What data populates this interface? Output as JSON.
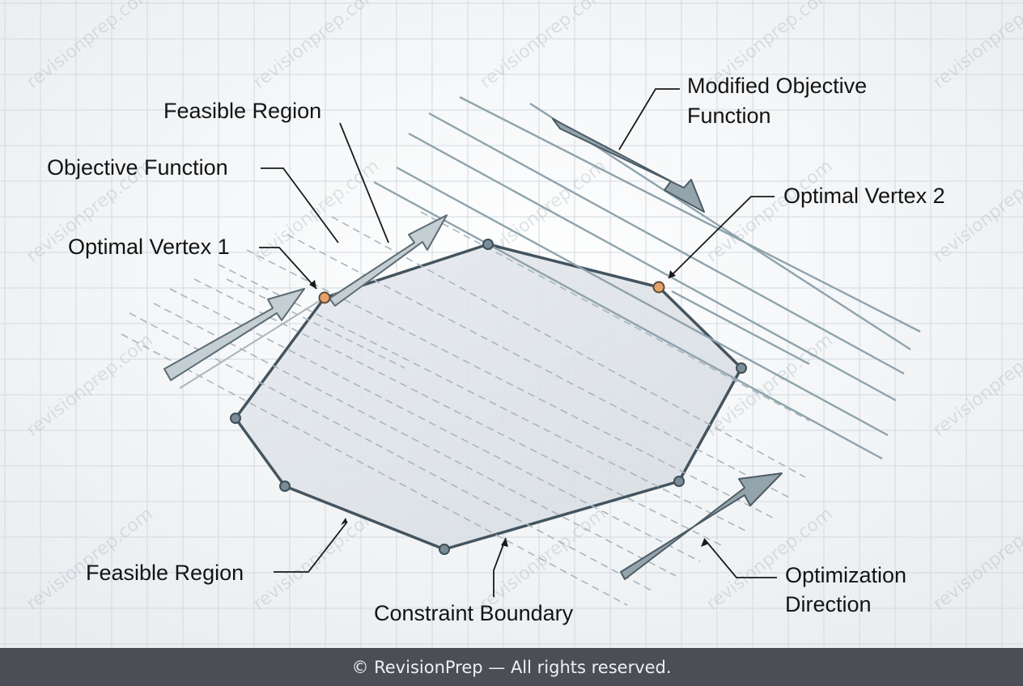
{
  "diagram": {
    "labels": {
      "feasible_region_top": "Feasible Region",
      "objective_function": "Objective Function",
      "optimal_vertex_1": "Optimal Vertex 1",
      "modified_objective_line1": "Modified Objective",
      "modified_objective_line2": "Function",
      "optimal_vertex_2": "Optimal Vertex 2",
      "feasible_region_bottom": "Feasible Region",
      "constraint_boundary": "Constraint Boundary",
      "optimization_direction_line1": "Optimization",
      "optimization_direction_line2": "Direction"
    },
    "watermark": "revisionprep.com",
    "colors": {
      "background": "#f3f5f7",
      "grid": "#d3d9df",
      "polygon_stroke": "#44545f",
      "polygon_fill": "#dde2e7",
      "vertex": "#7a8c96",
      "optimal_vertex": "#e7a26a",
      "arrow_light": "#c2ccd1",
      "arrow_dark": "#8fa1aa",
      "objective_lines": "#8fa3ad",
      "footer": "#4b4f55"
    }
  },
  "footer": {
    "text": "© RevisionPrep — All rights reserved."
  }
}
